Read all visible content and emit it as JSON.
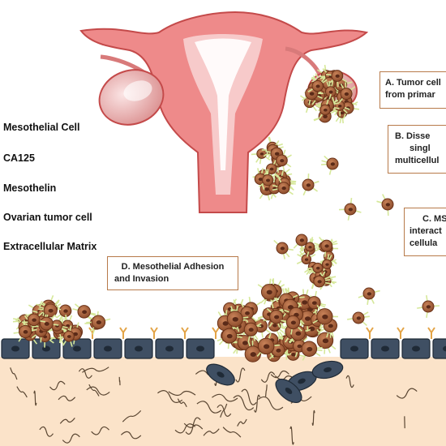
{
  "legend": [
    "Mesothelial Cell",
    "CA125",
    "Mesothelin",
    "Ovarian tumor cell",
    "Extracellular Matrix"
  ],
  "callouts": {
    "a": {
      "line1": "A. Tumor cell",
      "line2": "from primar"
    },
    "b": {
      "line1": "B. Disse",
      "line2": "singl",
      "line3": "multicellul"
    },
    "c": {
      "line1": "C. MS",
      "line2": "interact",
      "line3": "cellula"
    },
    "d": {
      "line1": "D. Mesothelial Adhesion",
      "line2": "and Invasion"
    }
  },
  "colors": {
    "uterus": "#ee8a8a",
    "uterus_outline": "#c44a4a",
    "ovary": "#e9a7a7",
    "tumor_cell": "#a8643e",
    "tumor_nucleus": "#5a2a18",
    "mesothelial_cell": "#3f4f63",
    "ca125": "#e3a447",
    "mesothelin": "#d6e89a",
    "ecm_background": "#fbe3c9",
    "ecm_fiber": "#5a4632"
  }
}
